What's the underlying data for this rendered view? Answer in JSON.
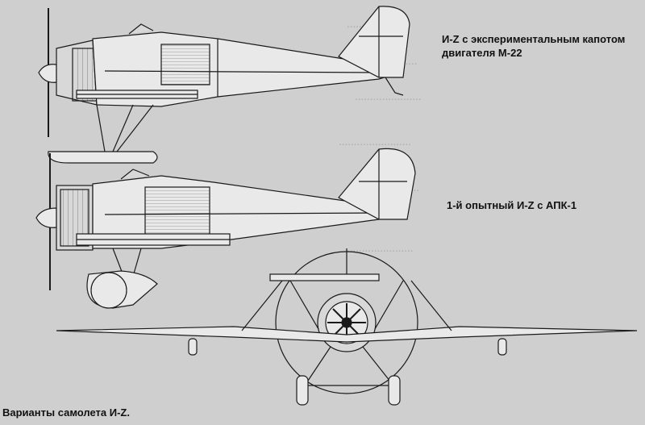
{
  "captions": {
    "top_view_caption": "И-Z с экспериментальным капотом двигателя М-22",
    "middle_view_caption": "1-й опытный И-Z с АПК-1",
    "figure_caption": "Варианты самолета И-Z."
  },
  "colors": {
    "paper": "#cfcfcf",
    "ink": "#1a1a1a",
    "fill_light": "#e9e9e9",
    "fill_mid": "#d8d8d8"
  },
  "icons": {
    "aircraft_side_top": "plane-side-view",
    "aircraft_side_middle": "plane-side-view-with-cannon",
    "aircraft_front": "plane-front-view"
  }
}
